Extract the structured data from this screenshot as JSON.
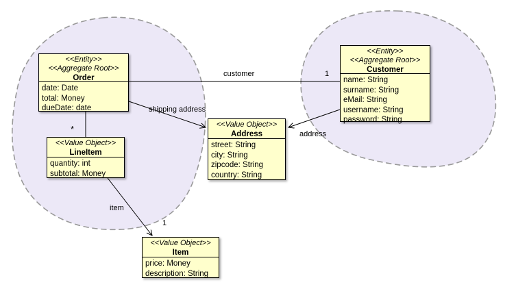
{
  "diagram": {
    "title": "Domain Model Aggregate Diagram",
    "type": "uml-class-diagram",
    "background_color": "#ffffff",
    "class_fill_color": "#ffffcc",
    "class_border_color": "#000000",
    "aggregate_fill_color": "#ece8f7",
    "aggregate_border_color": "#999999"
  },
  "aggregates": [
    {
      "name": "order-aggregate",
      "label": ""
    },
    {
      "name": "customer-aggregate",
      "label": ""
    }
  ],
  "classes": {
    "order": {
      "stereotypes": [
        "<<Entity>>",
        "<<Aggregate Root>>"
      ],
      "name": "Order",
      "attributes": [
        "date: Date",
        "total: Money",
        "dueDate: date"
      ]
    },
    "customer": {
      "stereotypes": [
        "<<Entity>>",
        "<<Aggregate Root>>"
      ],
      "name": "Customer",
      "attributes": [
        "name: String",
        "surname: String",
        "eMail: String",
        "username: String",
        "password: String"
      ]
    },
    "address": {
      "stereotypes": [
        "<<Value Object>>"
      ],
      "name": "Address",
      "attributes": [
        "street: String",
        "city: String",
        "zipcode: String",
        "country: String"
      ]
    },
    "lineitem": {
      "stereotypes": [
        "<<Value Object>>"
      ],
      "name": "LineItem",
      "attributes": [
        "quantity: int",
        "subtotal: Money"
      ]
    },
    "item": {
      "stereotypes": [
        "<<Value Object>>"
      ],
      "name": "Item",
      "attributes": [
        "price: Money",
        "description: String"
      ]
    }
  },
  "edges": {
    "order_customer": {
      "label": "customer",
      "multiplicity": "1"
    },
    "order_address": {
      "label": "shipping address",
      "multiplicity": ""
    },
    "customer_address": {
      "label": "address",
      "multiplicity": ""
    },
    "order_lineitem": {
      "label": "",
      "multiplicity": "*"
    },
    "lineitem_item": {
      "label": "item",
      "multiplicity": "1"
    }
  }
}
